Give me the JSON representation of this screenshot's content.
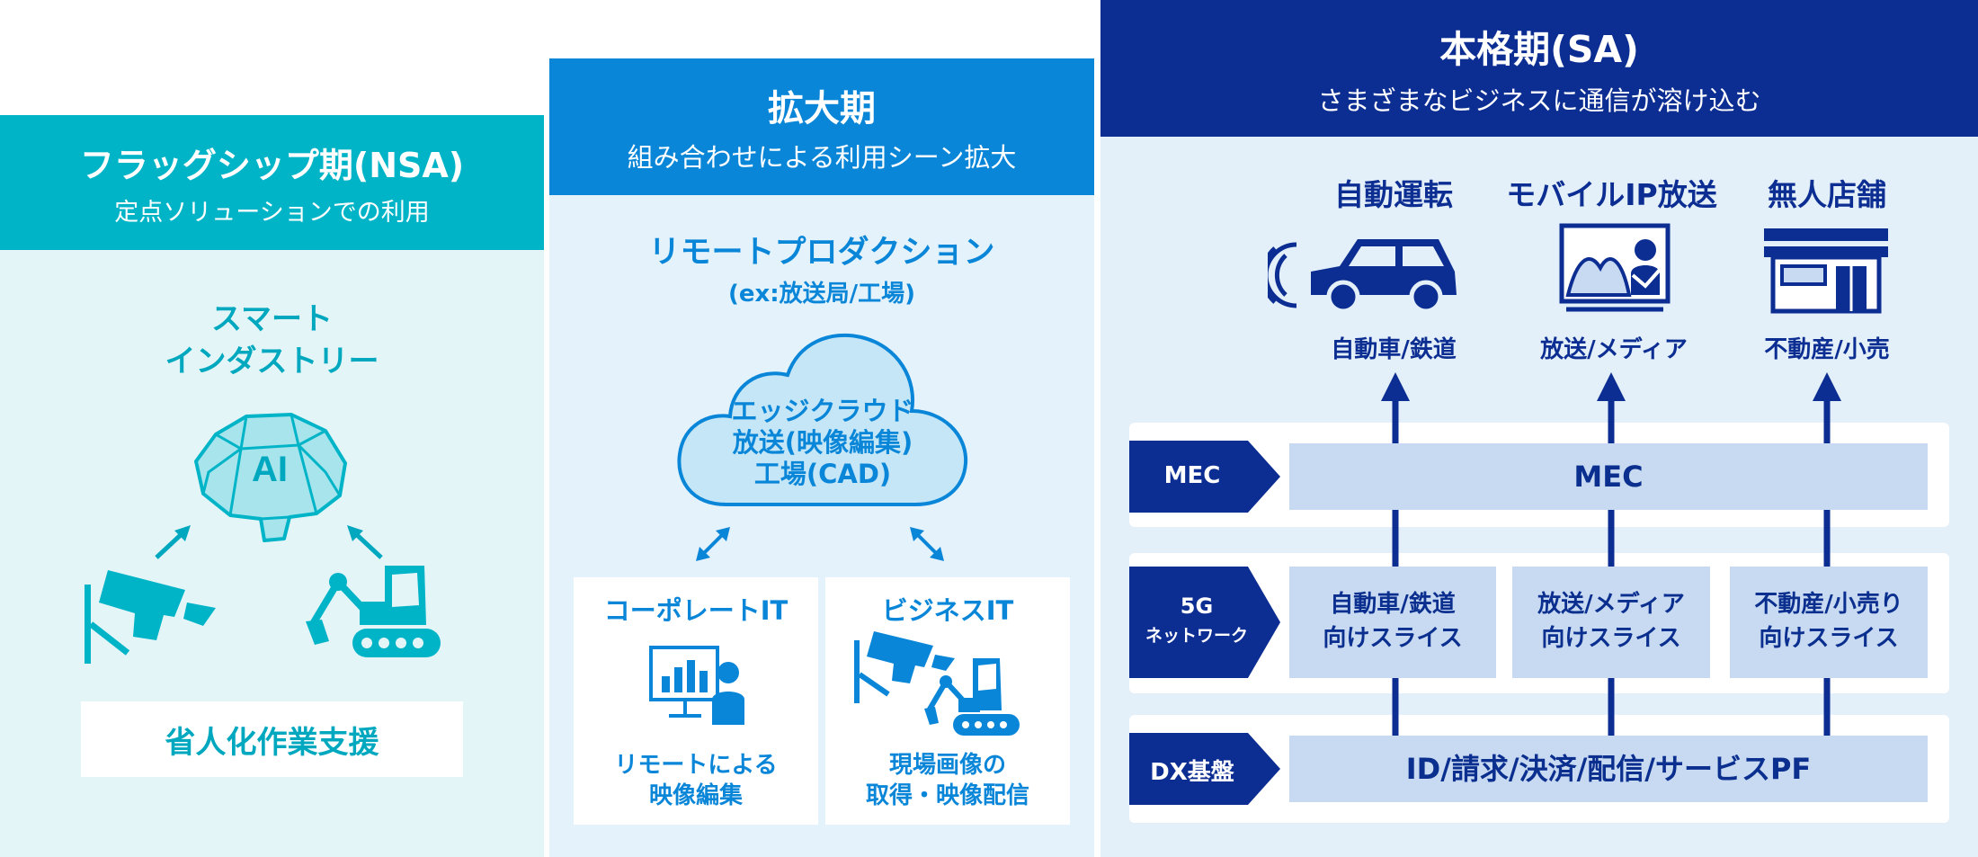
{
  "colors": {
    "teal": "#00b4c8",
    "teal_light": "#e4f5f8",
    "blue": "#0a86d9",
    "blue_light": "#e3f2fb",
    "navy": "#0c2e92",
    "navy_light": "#e3eff9",
    "cell": "#c8daf2"
  },
  "nsa": {
    "title": "フラッグシップ期(NSA)",
    "subtitle": "定点ソリューションでの利用",
    "feature_line1": "スマート",
    "feature_line2": "インダストリー",
    "ai_label": "AI",
    "support_label": "省人化作業支援"
  },
  "expansion": {
    "title": "拡大期",
    "subtitle": "組み合わせによる利用シーン拡大",
    "feature": "リモートプロダクション",
    "feature_example": "(ex:放送局/工場)",
    "cloud_line1": "エッジクラウド",
    "cloud_line2": "放送(映像編集)",
    "cloud_line3": "工場(CAD)",
    "card_left_title": "コーポレートIT",
    "card_left_line1": "リモートによる",
    "card_left_line2": "映像編集",
    "card_right_title": "ビジネスIT",
    "card_right_line1": "現場画像の",
    "card_right_line2": "取得・映像配信"
  },
  "sa": {
    "title": "本格期(SA)",
    "subtitle": "さまざまなビジネスに通信が溶け込む",
    "uses": [
      {
        "title": "自動運転",
        "label": "自動車/鉄道",
        "icon": "car-icon"
      },
      {
        "title": "モバイルIP放送",
        "label": "放送/メディア",
        "icon": "broadcast-icon"
      },
      {
        "title": "無人店舗",
        "label": "不動産/小売",
        "icon": "store-icon"
      }
    ],
    "mec_tag": "MEC",
    "mec_bar": "MEC",
    "net_tag_line1": "5G",
    "net_tag_line2": "ネットワーク",
    "slices": [
      {
        "line1": "自動車/鉄道",
        "line2": "向けスライス"
      },
      {
        "line1": "放送/メディア",
        "line2": "向けスライス"
      },
      {
        "line1": "不動産/小売り",
        "line2": "向けスライス"
      }
    ],
    "dx_tag": "DX基盤",
    "dx_bar": "ID/請求/決済/配信/サービスPF"
  }
}
